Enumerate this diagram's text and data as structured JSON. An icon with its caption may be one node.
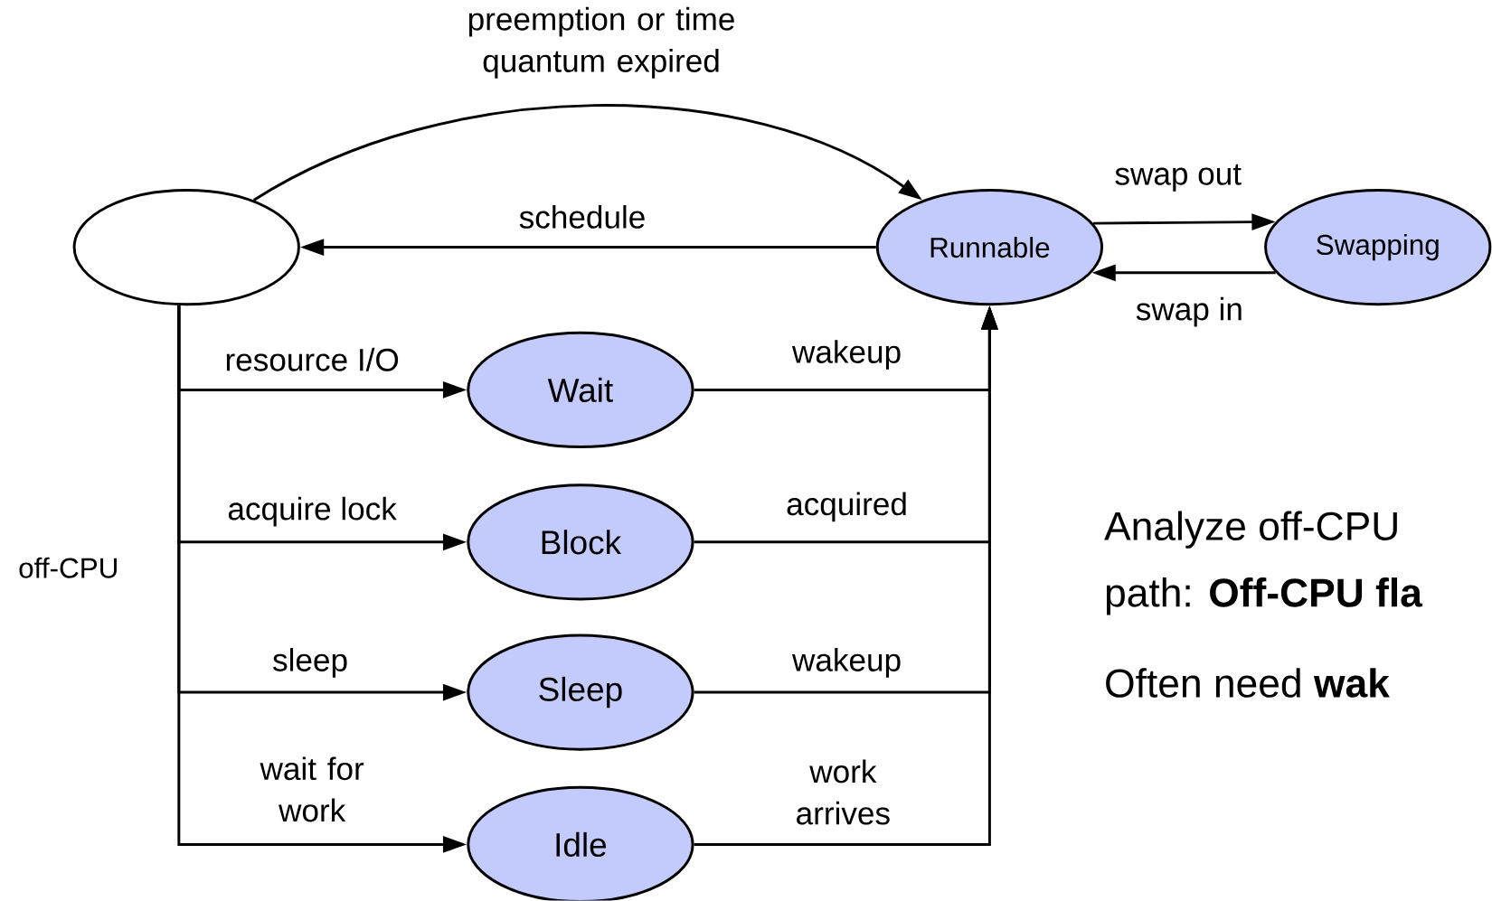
{
  "diagram": {
    "nodes": [
      {
        "text": [],
        "shape": "ellipse"
      },
      {
        "text": [
          "Runnable"
        ]
      },
      {
        "text": [
          "Swapping"
        ]
      },
      {
        "text": [
          "Wait"
        ]
      },
      {
        "text": [
          "Block"
        ]
      },
      {
        "text": [
          "Sleep"
        ]
      },
      {
        "text": [
          "Idle"
        ]
      }
    ],
    "edges": [
      {
        "from": 0,
        "to": 1,
        "arrow": "to",
        "label": "preemption or time quantum expired"
      },
      {
        "from": 1,
        "to": 0,
        "arrow": "to",
        "label": "schedule"
      },
      {
        "from": 1,
        "to": 2,
        "arrow": "to",
        "label": "swap out"
      },
      {
        "from": 2,
        "to": 1,
        "arrow": "to",
        "label": "swap in"
      },
      {
        "from": 0,
        "to": 3,
        "arrow": "to",
        "label": "resource I/O"
      },
      {
        "from": 0,
        "to": 4,
        "arrow": "to",
        "label": "acquire lock"
      },
      {
        "from": 0,
        "to": 5,
        "arrow": "to",
        "label": "sleep"
      },
      {
        "from": 0,
        "to": 6,
        "arrow": "to",
        "label": "wait for work"
      },
      {
        "from": 3,
        "to": 1,
        "arrow": "to",
        "label": "wakeup"
      },
      {
        "from": 4,
        "to": 1,
        "arrow": "to",
        "label": "acquired"
      },
      {
        "from": 5,
        "to": 1,
        "arrow": "to",
        "label": "wakeup"
      },
      {
        "from": 6,
        "to": 1,
        "arrow": "to",
        "label": "work arrives"
      }
    ],
    "labels": [
      "off-CPU",
      "Analyze off-CPU",
      "path: **Off-CPU fla**",
      "Often need **wak**"
    ]
  }
}
